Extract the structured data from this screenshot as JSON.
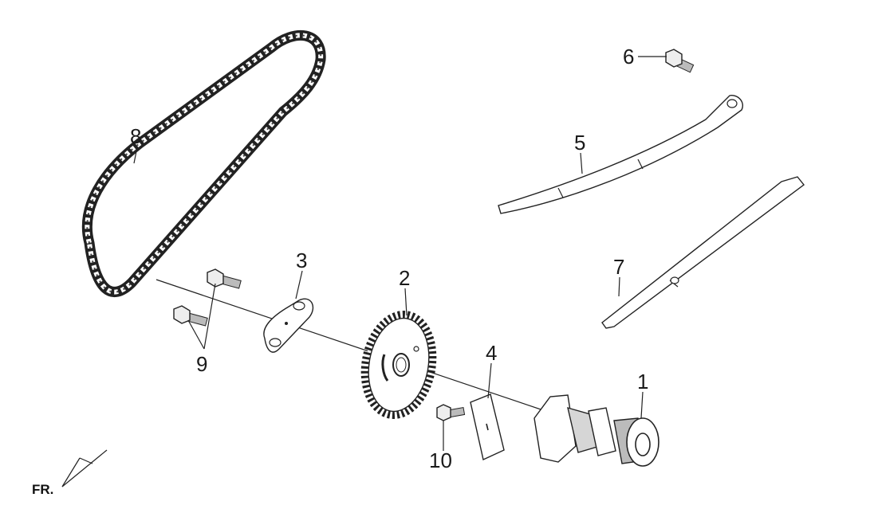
{
  "diagram": {
    "callouts": [
      {
        "id": "1",
        "text": "1"
      },
      {
        "id": "2",
        "text": "2"
      },
      {
        "id": "3",
        "text": "3"
      },
      {
        "id": "4",
        "text": "4"
      },
      {
        "id": "5",
        "text": "5"
      },
      {
        "id": "6",
        "text": "6"
      },
      {
        "id": "7",
        "text": "7"
      },
      {
        "id": "8",
        "text": "8"
      },
      {
        "id": "9",
        "text": "9"
      },
      {
        "id": "10",
        "text": "10"
      }
    ],
    "direction_label": "FR.",
    "colors": {
      "line": "#222222",
      "part_fill": "#ffffff",
      "shade": "#9a9a9a",
      "dark": "#555555"
    }
  }
}
